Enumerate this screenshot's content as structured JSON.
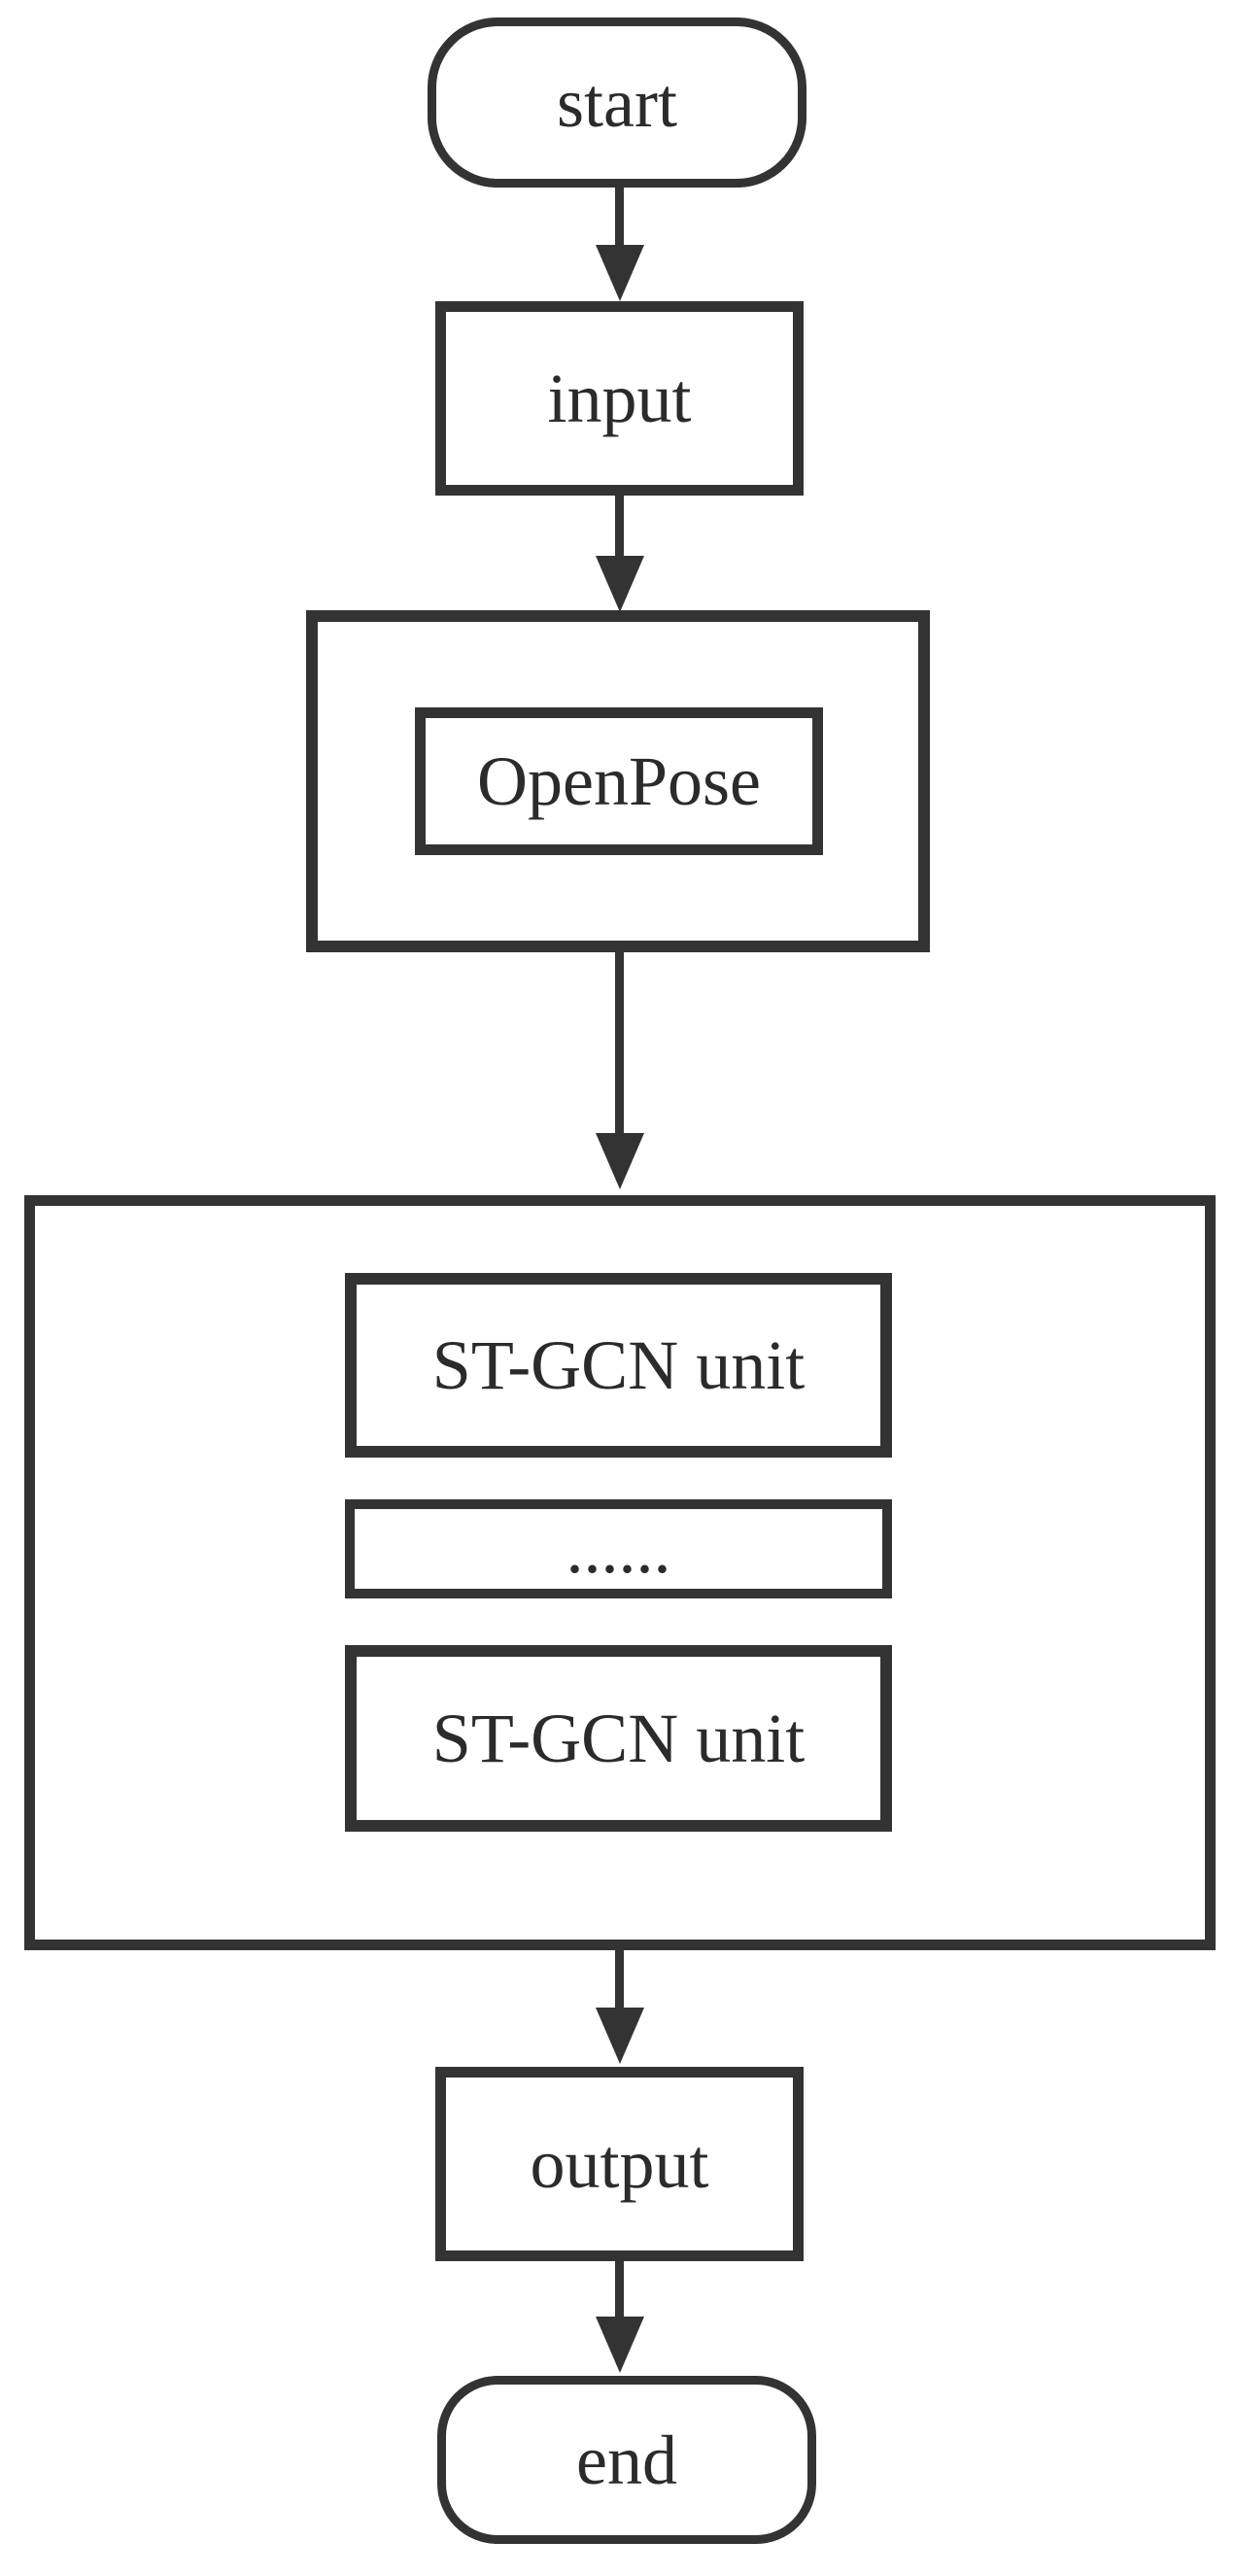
{
  "diagram": {
    "type": "flowchart",
    "colors": {
      "stroke": "#333333",
      "text": "#2b2b2b",
      "background": "#ffffff"
    },
    "nodes": {
      "start": {
        "label": "start",
        "shape": "stadium"
      },
      "input": {
        "label": "input",
        "shape": "rectangle"
      },
      "openpose_group": {
        "label": "",
        "shape": "rectangle-container"
      },
      "openpose": {
        "label": "OpenPose",
        "shape": "rectangle"
      },
      "stgcn_group": {
        "label": "",
        "shape": "rectangle-container"
      },
      "stgcn_unit_1": {
        "label": "ST-GCN unit",
        "shape": "rectangle"
      },
      "ellipsis": {
        "label": "......",
        "shape": "rectangle"
      },
      "stgcn_unit_2": {
        "label": "ST-GCN unit",
        "shape": "rectangle"
      },
      "output": {
        "label": "output",
        "shape": "rectangle"
      },
      "end": {
        "label": "end",
        "shape": "stadium"
      }
    },
    "edges": [
      {
        "from": "start",
        "to": "input",
        "direction": "down"
      },
      {
        "from": "input",
        "to": "openpose_group",
        "direction": "down"
      },
      {
        "from": "openpose_group",
        "to": "stgcn_group",
        "direction": "down"
      },
      {
        "from": "stgcn_group",
        "to": "output",
        "direction": "down"
      },
      {
        "from": "output",
        "to": "end",
        "direction": "down"
      }
    ]
  }
}
